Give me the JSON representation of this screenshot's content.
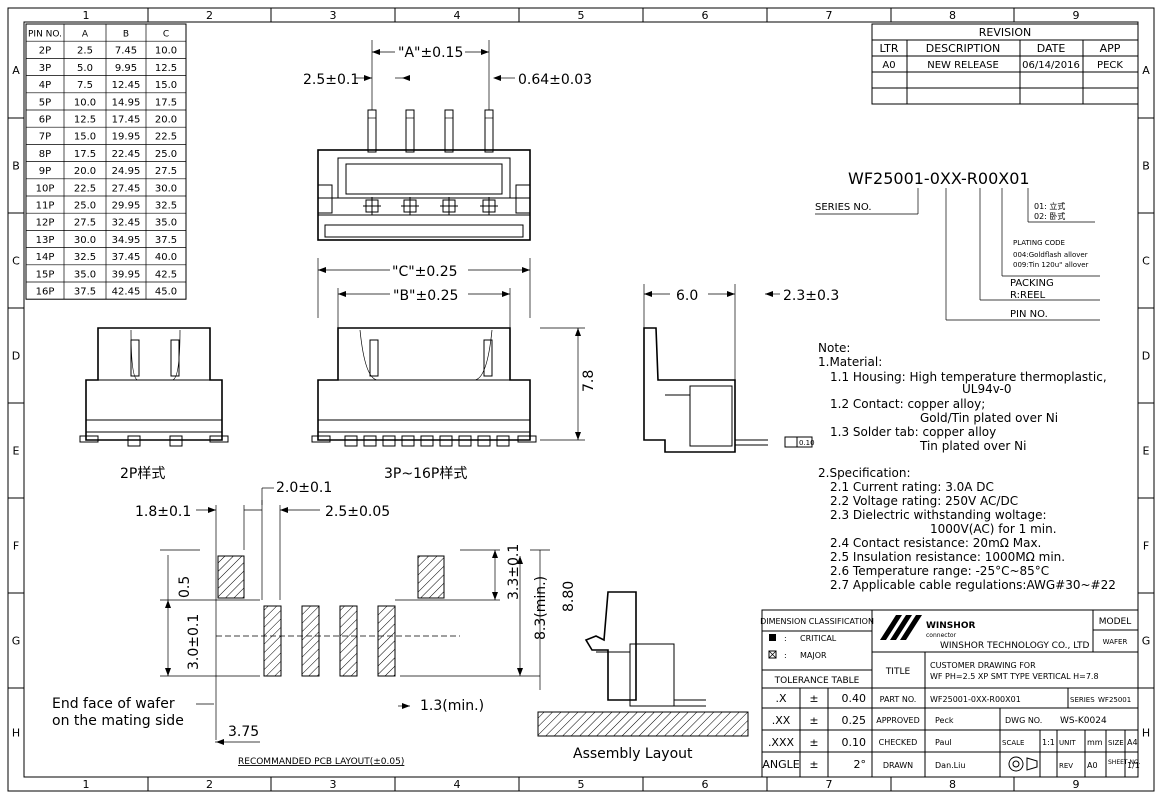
{
  "frame": {
    "col_labels": [
      "1",
      "2",
      "3",
      "4",
      "5",
      "6",
      "7",
      "8",
      "9"
    ],
    "row_labels": [
      "A",
      "B",
      "C",
      "D",
      "E",
      "F",
      "G",
      "H"
    ]
  },
  "pin_table": {
    "headers": [
      "PIN NO.",
      "A",
      "B",
      "C"
    ],
    "rows": [
      [
        "2P",
        "2.5",
        "7.45",
        "10.0"
      ],
      [
        "3P",
        "5.0",
        "9.95",
        "12.5"
      ],
      [
        "4P",
        "7.5",
        "12.45",
        "15.0"
      ],
      [
        "5P",
        "10.0",
        "14.95",
        "17.5"
      ],
      [
        "6P",
        "12.5",
        "17.45",
        "20.0"
      ],
      [
        "7P",
        "15.0",
        "19.95",
        "22.5"
      ],
      [
        "8P",
        "17.5",
        "22.45",
        "25.0"
      ],
      [
        "9P",
        "20.0",
        "24.95",
        "27.5"
      ],
      [
        "10P",
        "22.5",
        "27.45",
        "30.0"
      ],
      [
        "11P",
        "25.0",
        "29.95",
        "32.5"
      ],
      [
        "12P",
        "27.5",
        "32.45",
        "35.0"
      ],
      [
        "13P",
        "30.0",
        "34.95",
        "37.5"
      ],
      [
        "14P",
        "32.5",
        "37.45",
        "40.0"
      ],
      [
        "15P",
        "35.0",
        "39.95",
        "42.5"
      ],
      [
        "16P",
        "37.5",
        "42.45",
        "45.0"
      ]
    ]
  },
  "revision": {
    "title": "REVISION",
    "headers": [
      "LTR",
      "DESCRIPTION",
      "DATE",
      "APP"
    ],
    "row": [
      "A0",
      "NEW RELEASE",
      "06/14/2016",
      "PECK"
    ]
  },
  "dimensions": {
    "a": "\"A\"±0.15",
    "pitch": "2.5±0.1",
    "pin_width": "0.64±0.03",
    "c": "\"C\"±0.25",
    "b": "\"B\"±0.25",
    "depth": "6.0",
    "tab": "2.3±0.3",
    "height": "7.8",
    "coplanarity": "0.10",
    "pad_w": "2.0±0.1",
    "tab_w": "1.8±0.1",
    "pad_pitch": "2.5±0.05",
    "tab_h": "0.5",
    "pad_len": "3.0±0.1",
    "tab_pos": "3.3±0.1",
    "pcb_min": "8.3(min.)",
    "pcb_total": "8.80",
    "gap": "1.3(min.)",
    "offset": "3.75"
  },
  "labels": {
    "view_2p": "2P样式",
    "view_3p": "3P~16P样式",
    "pcb_title": "RECOMMANDED PCB LAYOUT(±0.05)",
    "wafer_note_1": "End face of wafer",
    "wafer_note_2": "on the mating side",
    "assembly": "Assembly Layout"
  },
  "part_code": {
    "code": "WF25001-0XX-R00X01",
    "series": "SERIES NO.",
    "opt1": "01: 立式",
    "opt2": "02: 卧式",
    "plating_title": "PLATING CODE",
    "plating_1": "004:Goldflash allover",
    "plating_2": "009:Tin 120u\" allover",
    "packing": "PACKING",
    "reel": "R:REEL",
    "pin_no": "PIN NO."
  },
  "notes": [
    "Note:",
    "1.Material:",
    "1.1 Housing: High temperature thermoplastic,",
    "UL94v-0",
    "1.2 Contact: copper alloy;",
    "Gold/Tin plated over Ni",
    "1.3 Solder tab: copper alloy",
    "Tin plated over Ni",
    "2.Specification:",
    "2.1 Current rating: 3.0A DC",
    "2.2 Voltage rating: 250V AC/DC",
    "2.3 Dielectric withstanding woltage:",
    "1000V(AC) for 1 min.",
    "2.4 Contact resistance: 20mΩ Max.",
    "2.5 Insulation resistance: 1000MΩ min.",
    "2.6 Temperature range: -25°C~85°C",
    "2.7 Applicable cable regulations:AWG#30~#22"
  ],
  "title_block": {
    "dim_class": "DIMENSION CLASSIFICATION",
    "critical": "CRITICAL",
    "major": "MAJOR",
    "tol_title": "TOLERANCE TABLE",
    "tolerances": [
      [
        ".X",
        "±",
        "0.40"
      ],
      [
        ".XX",
        "±",
        "0.25"
      ],
      [
        ".XXX",
        "±",
        "0.10"
      ],
      [
        "ANGLE",
        "±",
        "2°"
      ]
    ],
    "logo_text": "WINSHOR",
    "logo_sub": "connector",
    "company": "WINSHOR TECHNOLOGY CO., LTD",
    "model_label": "MODEL",
    "model_value": "WAFER",
    "title_label": "TITLE",
    "title_1": "CUSTOMER DRAWING FOR",
    "title_2": "WF PH=2.5 XP SMT TYPE VERTICAL H=7.8",
    "part_label": "PART NO.",
    "part_value": "WF25001-0XX-R00X01",
    "series_label": "SERIES",
    "series_value": "WF25001",
    "approved_label": "APPROVED",
    "approved_value": "Peck",
    "dwg_label": "DWG NO.",
    "dwg_value": "WS-K0024",
    "checked_label": "CHECKED",
    "checked_value": "Paul",
    "scale_label": "SCALE",
    "scale_value": "1:1",
    "unit_label": "UNIT",
    "unit_value": "mm",
    "size_label": "SIZE",
    "size_value": "A4",
    "drawn_label": "DRAWN",
    "drawn_value": "Dan.Liu",
    "rev_label": "REV",
    "rev_value": "A0",
    "sheet_label": "SHEET NO.",
    "sheet_value": "1/1"
  }
}
